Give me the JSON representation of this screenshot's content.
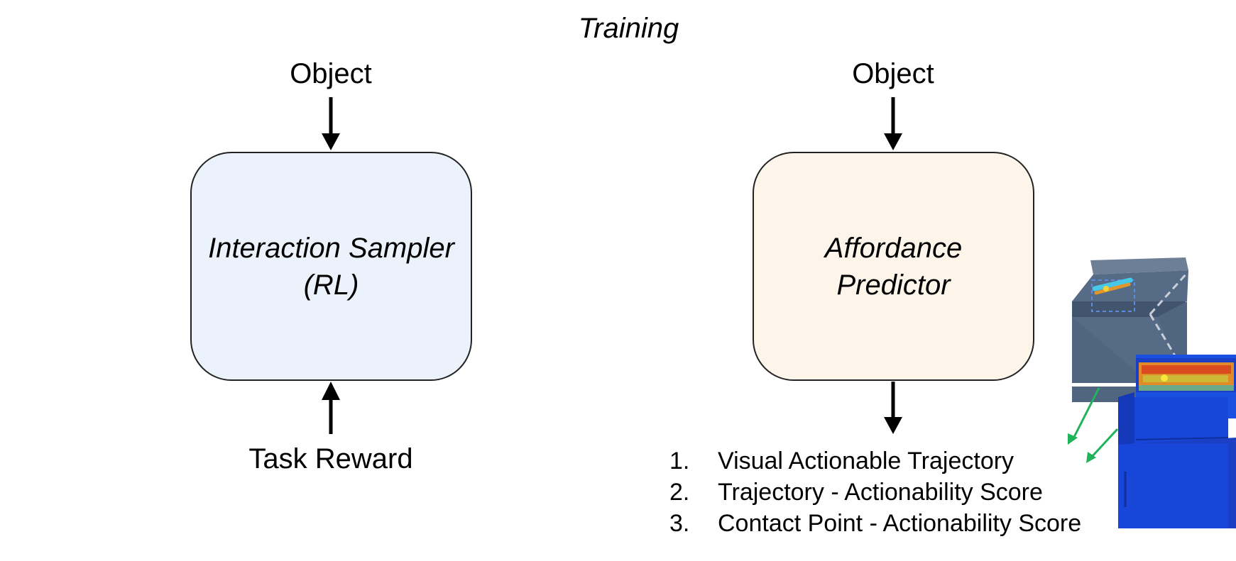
{
  "title": "Training",
  "left_module": {
    "input_label": "Object",
    "box_line1": "Interaction Sampler",
    "box_line2": "(RL)",
    "feedback_label": "Task Reward"
  },
  "right_module": {
    "input_label": "Object",
    "box_line1": "Affordance",
    "box_line2": "Predictor",
    "outputs": [
      {
        "num": "1.",
        "text": "Visual Actionable Trajectory"
      },
      {
        "num": "2.",
        "text": "Trajectory - Actionability Score"
      },
      {
        "num": "3.",
        "text": "Contact Point - Actionability Score"
      }
    ]
  },
  "colors": {
    "left_box_fill": "#ebf2fc",
    "right_box_fill": "#fdf5ea",
    "cabinet_gray": "#4f6580",
    "cabinet_blue": "#1746d8",
    "highlight_orange": "#e2952a",
    "green_arrow": "#1fb45a"
  }
}
